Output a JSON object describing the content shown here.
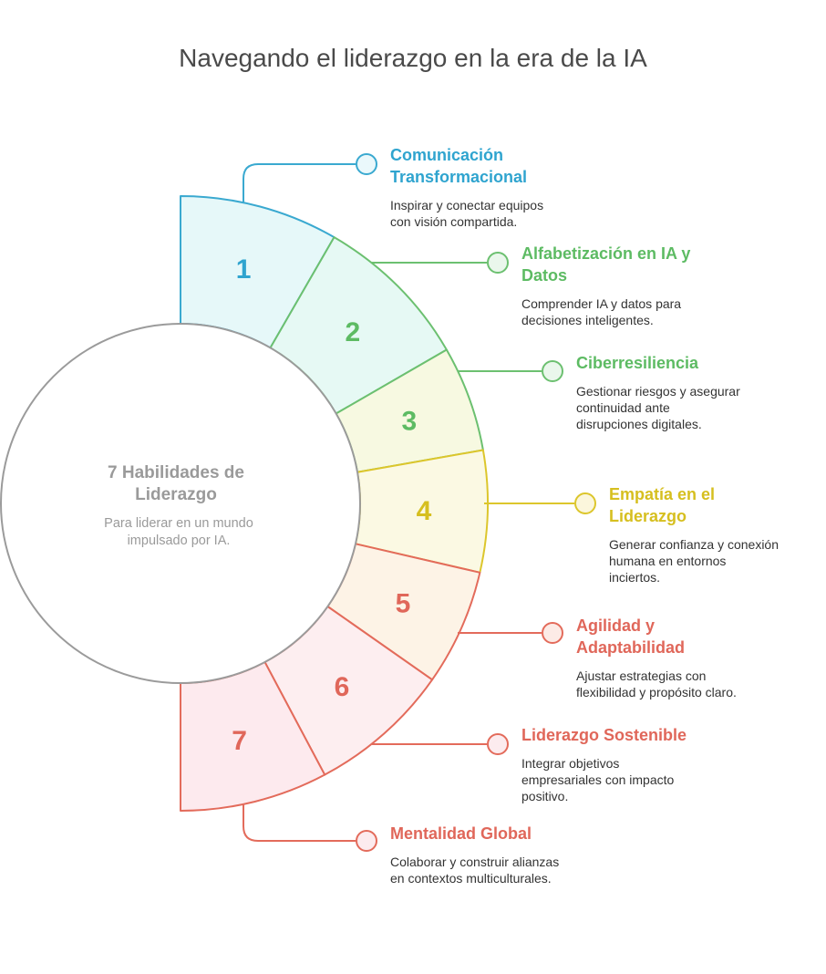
{
  "title": "Navegando el liderazgo en la era de la IA",
  "center": {
    "title_lines": [
      "7 Habilidades de",
      "Liderazgo"
    ],
    "subtitle_lines": [
      "Para liderar en un mundo",
      "impulsado por IA."
    ]
  },
  "skills": [
    {
      "number": "1",
      "title_lines": [
        "Comunicación",
        "Transformacional"
      ],
      "desc_lines": [
        "Inspirar y conectar equipos",
        "con visión compartida."
      ],
      "stroke": "#3aa9d0",
      "fill": "#e6f8f9",
      "text_color": "#2fa4cf",
      "node_fill": "#eaf8fb"
    },
    {
      "number": "2",
      "title_lines": [
        "Alfabetización en IA y",
        "Datos"
      ],
      "desc_lines": [
        "Comprender IA y datos para",
        "decisiones inteligentes."
      ],
      "stroke": "#6cc070",
      "fill": "#e6f9f4",
      "text_color": "#5dbb63",
      "node_fill": "#eaf7ec"
    },
    {
      "number": "3",
      "title_lines": [
        "Ciberresiliencia"
      ],
      "desc_lines": [
        "Gestionar riesgos y asegurar",
        "continuidad ante",
        "disrupciones digitales."
      ],
      "stroke": "#6cc070",
      "fill": "#f7f9e1",
      "text_color": "#5dbb63",
      "node_fill": "#eaf7ec"
    },
    {
      "number": "4",
      "title_lines": [
        "Empatía en el",
        "Liderazgo"
      ],
      "desc_lines": [
        "Generar confianza y conexión",
        "humana en entornos",
        "inciertos."
      ],
      "stroke": "#dcc62c",
      "fill": "#fbf9e3",
      "text_color": "#d6bf1f",
      "node_fill": "#fbf6dc"
    },
    {
      "number": "5",
      "title_lines": [
        "Agilidad y",
        "Adaptabilidad"
      ],
      "desc_lines": [
        "Ajustar estrategias con",
        "flexibilidad y propósito claro."
      ],
      "stroke": "#e36b5b",
      "fill": "#fdf3e6",
      "text_color": "#e0675a",
      "node_fill": "#fcebe6"
    },
    {
      "number": "6",
      "title_lines": [
        "Liderazgo Sostenible"
      ],
      "desc_lines": [
        "Integrar objetivos",
        "empresariales con impacto",
        "positivo."
      ],
      "stroke": "#e36b5b",
      "fill": "#fdeef0",
      "text_color": "#e0675a",
      "node_fill": "#fcebee"
    },
    {
      "number": "7",
      "title_lines": [
        "Mentalidad Global"
      ],
      "desc_lines": [
        "Colaborar y construir alianzas",
        "en contextos multiculturales."
      ],
      "stroke": "#e36b5b",
      "fill": "#fdeaee",
      "text_color": "#e0675a",
      "node_fill": "#fcebee"
    }
  ]
}
